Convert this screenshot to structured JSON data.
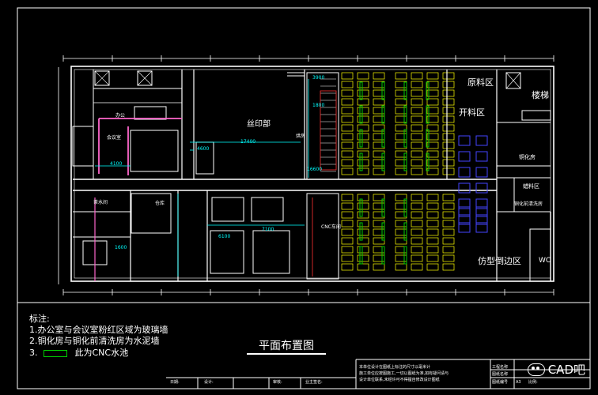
{
  "rooms": {
    "raw_material": "原料区",
    "stairs": "楼梯",
    "cutting": "开料区",
    "silk_print": "丝印部",
    "copper_room": "铜化房",
    "wax_area": "蜡料区",
    "copper_clean": "铜化前清洗房",
    "side_mold": "仿型倒边区",
    "wc": "WC",
    "office": "办公",
    "meeting": "会议室",
    "pantry": "茶水间",
    "drying": "烘房",
    "warehouse": "仓库",
    "cnc": "CNC车间"
  },
  "dims": {
    "d1": "17400",
    "d2": "4600",
    "d3": "4100",
    "d4": "16600",
    "d5": "3900",
    "d6": "1800",
    "d7": "6100",
    "d8": "7100",
    "d9": "1600"
  },
  "notes": {
    "heading": "标注:",
    "line1": "1.办公室与会议室粉红区域为玻璃墙",
    "line2": "2.铜化房与铜化前清洗房为水泥墙",
    "line3_prefix": "3.",
    "line3_text": "此为CNC水池"
  },
  "title": "平面布置图",
  "title_block": {
    "desc_line1": "本单位设计在图纸上标注的尺寸以毫米计",
    "desc_line2": "施工单位应按图施工,一切以图纸为准,如有疑问请与",
    "desc_line3": "设计单位联系,未经许可不得擅自修改设计图纸",
    "date_label": "日期:",
    "design_label": "设计:",
    "check_label": "审核:",
    "owner_label": "业主签名:",
    "project_label": "工程名称",
    "drawing_label": "图纸名称",
    "no_label": "图纸编号",
    "scale_label": "比例:",
    "scale_value": "A3"
  },
  "watermark": "CAD吧",
  "colors": {
    "wall": "#ffffff",
    "dim": "#00ffff",
    "machine": "#ffff00",
    "cnc": "#00cc00",
    "glass": "#ff66cc",
    "blueMachine": "#4444ff",
    "red": "#ff3333"
  }
}
